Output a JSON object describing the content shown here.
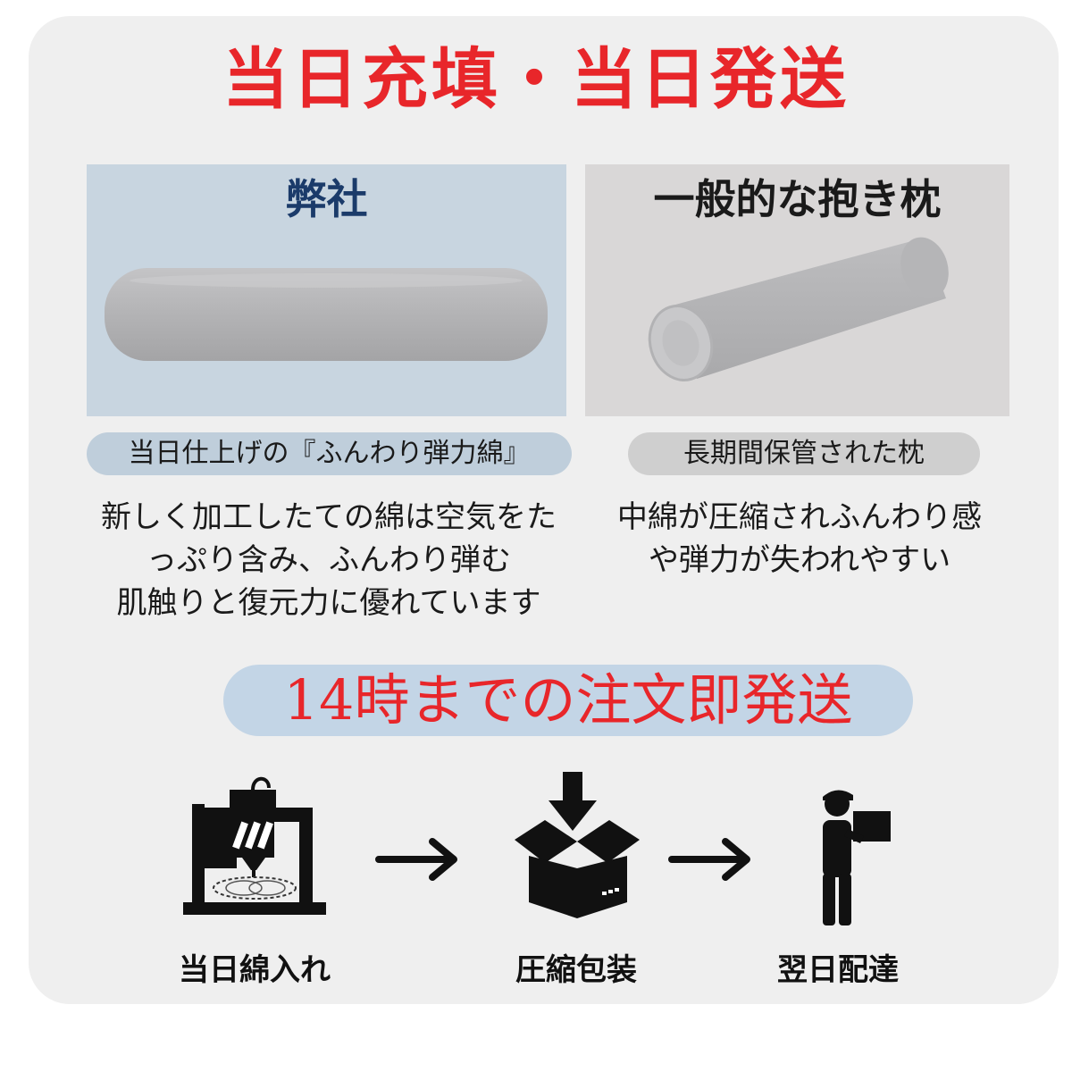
{
  "headline": "当日充填・当日発送",
  "comparison": {
    "ours": {
      "title": "弊社",
      "label": "当日仕上げの『ふんわり弾力綿』",
      "description": [
        "新しく加工したての綿は空気をた",
        "っぷり含み、ふんわり弾む",
        "肌触りと復元力に優れています"
      ]
    },
    "general": {
      "title": "一般的な抱き枕",
      "label": "長期間保管された枕",
      "description": [
        "中綿が圧縮されふんわり感",
        "や弾力が失われやすい"
      ]
    }
  },
  "banner": "14時までの注文即発送",
  "steps": [
    {
      "icon": "filling-machine-icon",
      "label": "当日綿入れ"
    },
    {
      "icon": "package-box-icon",
      "label": "圧縮包装"
    },
    {
      "icon": "delivery-person-icon",
      "label": "翌日配達"
    }
  ],
  "colors": {
    "accent_red": "#e8262a",
    "navy": "#1b3b6a",
    "light_blue": "#c8d5e0"
  }
}
